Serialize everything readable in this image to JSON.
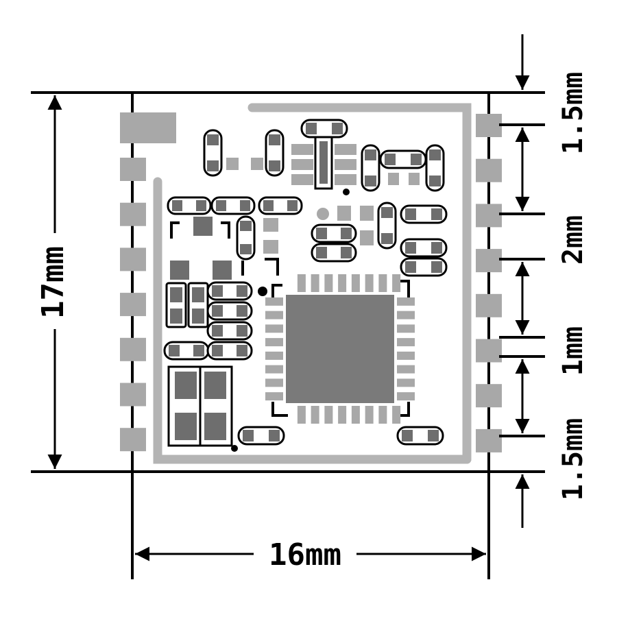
{
  "dimensions": {
    "height": "17mm",
    "width": "16mm",
    "pitch_top": "1.5mm",
    "pitch_pin": "2mm",
    "pitch_gap": "1mm",
    "pitch_bottom": "1.5mm"
  },
  "colors": {
    "board": "#ffffff",
    "outline": "#000000",
    "pad": "#a8a8a8",
    "dark_pad": "#6e6e6e",
    "silk": "#b4b4b4",
    "ic_body": "#7a7a7a",
    "lines": "#000000"
  },
  "pins": {
    "left_count": 8,
    "right_count": 8,
    "ic_pins_per_side": 8
  }
}
